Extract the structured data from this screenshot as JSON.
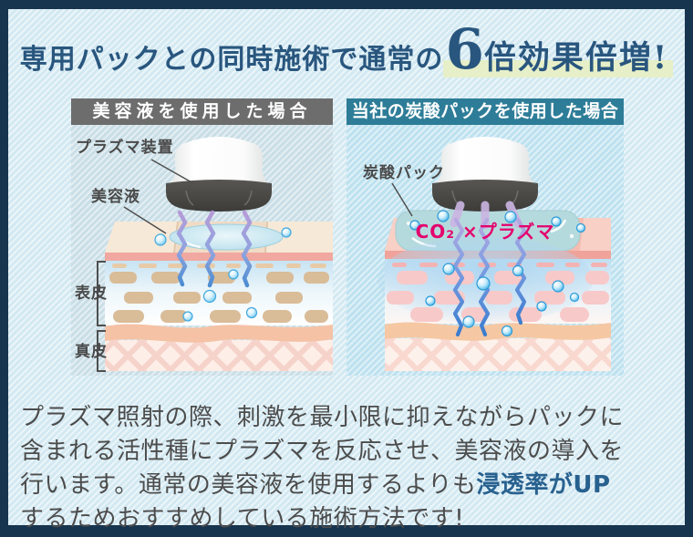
{
  "frame": {
    "border_color": "#18354f",
    "background": "#d3e9f2"
  },
  "title": {
    "prefix": "専用パックとの同時施術で通常の",
    "big_number": "6",
    "suffix": "倍効果倍増!",
    "text_color": "#29567e",
    "highlight_color": "#e6efc8"
  },
  "panels": {
    "left": {
      "header": "美容液を使用した場合",
      "header_bg": "#6d6d6d",
      "labels": {
        "device": "プラズマ装置",
        "serum": "美容液",
        "epidermis": "表皮",
        "dermis": "真皮"
      }
    },
    "right": {
      "header": "当社の炭酸パックを使用した場合",
      "header_bg": "#2e7d98",
      "labels": {
        "pack": "炭酸パック",
        "co2": "CO₂ ×プラズマ",
        "co2_color": "#e4006d"
      }
    }
  },
  "description": {
    "part1": "プラズマ照射の際、刺激を最小限に抑えながらパックに含まれる活性種にプラズマを反応させ、美容液の導入を行います。通常の美容液を使用するよりも",
    "highlight": "浸透率がUP",
    "part2": "するためおすすめしている施術方法です!",
    "highlight_color": "#28618f",
    "text_color": "#4c4c4c"
  }
}
